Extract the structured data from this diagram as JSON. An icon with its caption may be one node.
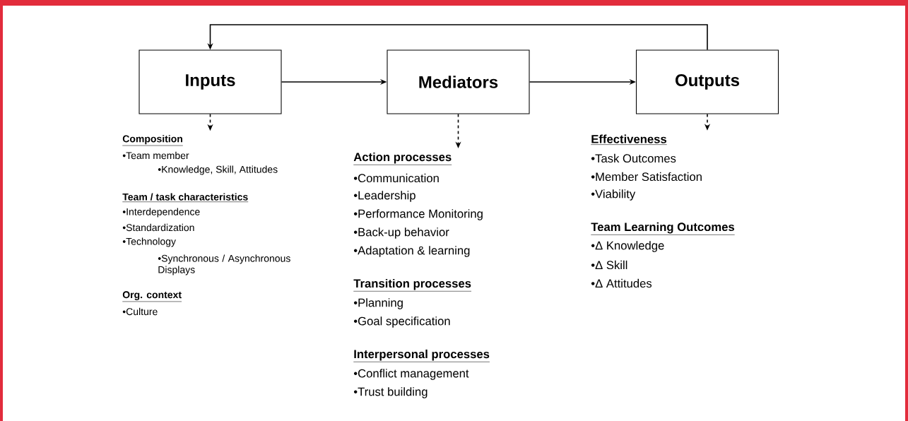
{
  "diagram": {
    "nodes": [
      {
        "text": [
          "Inputs"
        ]
      },
      {
        "text": [
          "Mediators"
        ]
      },
      {
        "text": [
          "Outputs"
        ]
      },
      {
        "text": [
          "Composition",
          "•Team member",
          "•Knowledge, Skill, Attitudes",
          "Team / task characteristics",
          "•Interdependence",
          "•Standardization",
          "•Technology",
          "•Synchronous / Asynchronous Displays",
          "Org. context",
          "•Culture"
        ]
      },
      {
        "text": [
          "Action processes",
          "•Communication",
          "•Leadership",
          "•Performance Monitoring",
          "•Back-up behavior",
          "•Adaptation & learning",
          "Transition processes",
          "•Planning",
          "•Goal specification",
          "Interpersonal processes",
          "•Conflict management",
          "•Trust building"
        ]
      },
      {
        "text": [
          "Effectiveness",
          "•Task Outcomes",
          "•Member Satisfaction",
          "•Viability",
          "Team Learning Outcomes",
          "•Δ Knowledge",
          "•Δ Skill",
          "•Δ Attitudes"
        ]
      }
    ],
    "edges": [
      {
        "from": 0,
        "to": 1,
        "arrow": "to"
      },
      {
        "from": 1,
        "to": 2,
        "arrow": "to"
      },
      {
        "from": 2,
        "to": 0,
        "arrow": "to"
      },
      {
        "from": 0,
        "to": 3,
        "arrow": "to",
        "style": "dashed"
      },
      {
        "from": 1,
        "to": 4,
        "arrow": "to",
        "style": "dashed"
      },
      {
        "from": 2,
        "to": 5,
        "arrow": "to",
        "style": "dashed"
      }
    ]
  }
}
